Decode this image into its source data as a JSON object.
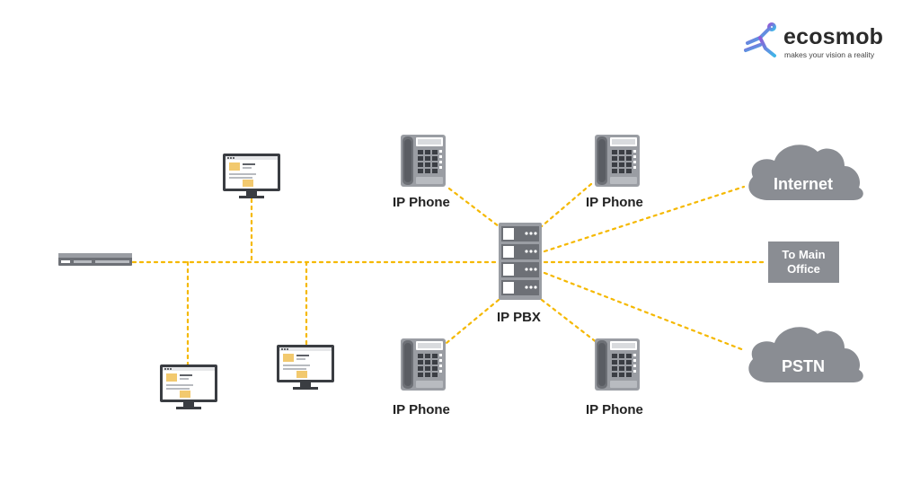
{
  "brand": {
    "name": "ecosmob",
    "tagline": "makes your vision a reality",
    "logo_icon": "ecosmob-logo-icon"
  },
  "nodes": {
    "server": {
      "label": "IP PBX",
      "icon": "server-icon"
    },
    "phone_top_left": {
      "label": "IP Phone",
      "icon": "desk-phone-icon"
    },
    "phone_top_right": {
      "label": "IP Phone",
      "icon": "desk-phone-icon"
    },
    "phone_bottom_left": {
      "label": "IP Phone",
      "icon": "desk-phone-icon"
    },
    "phone_bottom_right": {
      "label": "IP Phone",
      "icon": "desk-phone-icon"
    },
    "internet": {
      "label": "Internet",
      "icon": "cloud-icon"
    },
    "pstn": {
      "label": "PSTN",
      "icon": "cloud-icon"
    },
    "main_office": {
      "line1": "To Main",
      "line2": "Office"
    },
    "switch": {
      "icon": "network-switch-icon"
    },
    "monitors": {
      "icon": "monitor-icon"
    }
  },
  "colors": {
    "connector": "#f5b800",
    "device_gray": "#8a8d93",
    "device_dark": "#5f6268",
    "cloud": "#8a8d93",
    "logo_gradient": [
      "#8f5bd6",
      "#3fb6e8"
    ]
  }
}
